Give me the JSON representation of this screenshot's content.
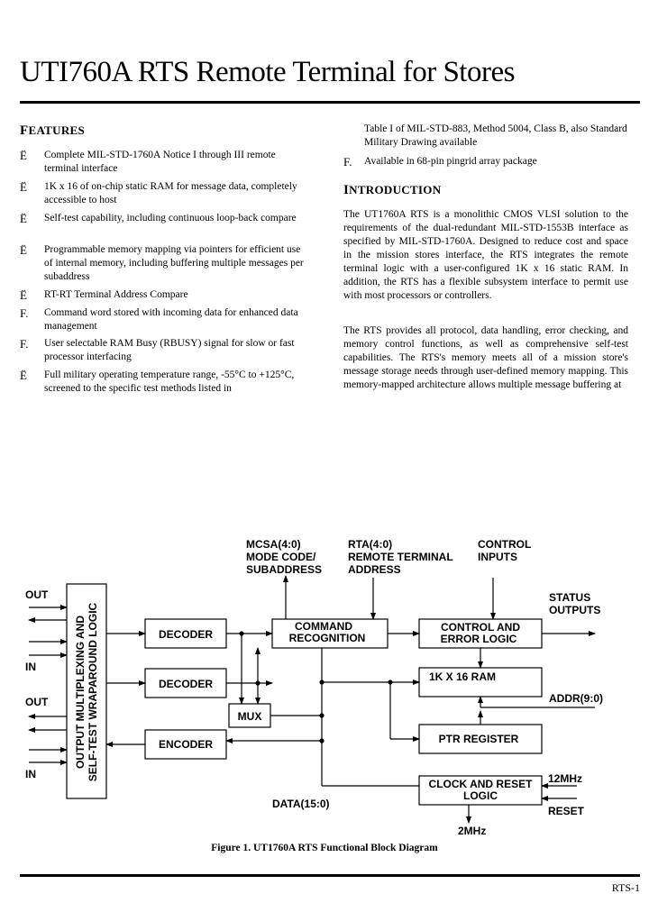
{
  "title": "UTI760A RTS Remote Terminal for Stores",
  "features": {
    "heading_first": "F",
    "heading_rest": "EATURES",
    "items": [
      {
        "glyph": "Ë",
        "text": "Complete MIL-STD-1760A Notice I through III remote terminal interface"
      },
      {
        "glyph": "Ë",
        "text": "1K x 16 of on-chip static RAM for message data, completely accessible to host"
      },
      {
        "glyph": "Ë",
        "text": "Self-test capability, including continuous loop-back compare"
      },
      {
        "glyph": "Ë",
        "text": "Programmable memory mapping via pointers for efficient use of internal memory, including buffering multiple messages per subaddress"
      },
      {
        "glyph": "Ë",
        "text": "RT-RT Terminal Address Compare"
      },
      {
        "glyph": "F.",
        "text": "Command word stored with incoming data for enhanced data management"
      },
      {
        "glyph": "F.",
        "text": "User selectable RAM Busy (RBUSY) signal for slow or fast processor interfacing"
      },
      {
        "glyph": "Ë",
        "text": "Full military operating temperature range, -55°C to +125°C, screened to the specific test methods listed in"
      }
    ]
  },
  "right_column": {
    "continued_text": "Table I of MIL-STD-883, Method 5004, Class B, also Standard Military Drawing available",
    "bullet_glyph": "F.",
    "bullet_text": "Available in 68-pin pingrid array package",
    "intro_heading_first": "I",
    "intro_heading_rest": "NTRODUCTION",
    "intro_p1": "The UT1760A RTS is a monolithic CMOS VLSI solution to the requirements of the dual-redundant MIL-STD-1553B interface as specified by MIL-STD-1760A. Designed to reduce cost and space in the mission stores interface, the RTS integrates the remote terminal logic with a user-configured 1K x 16 static RAM. In addition, the RTS has a flexible subsystem interface to permit use with most processors or controllers.",
    "intro_p2": "The RTS provides all protocol, data handling, error checking, and memory control functions, as well as comprehensive self-test capabilities. The RTS's memory meets all of a mission store's message storage needs through user-defined memory mapping. This memory-mapped architecture allows multiple message buffering at"
  },
  "diagram": {
    "labels": {
      "mcsa": "MCSA(4:0)",
      "mode_code": "MODE CODE/",
      "subaddress": "SUBADDRESS",
      "rta": "RTA(4:0)",
      "remote_terminal": "REMOTE TERMINAL",
      "address": "ADDRESS",
      "control": "CONTROL",
      "inputs": "INPUTS",
      "status": "STATUS",
      "outputs": "OUTPUTS",
      "out1": "OUT",
      "in1": "IN",
      "out2": "OUT",
      "in2": "IN",
      "addr": "ADDR(9:0)",
      "data": "DATA(15:0)",
      "mhz12": "12MHz",
      "reset": "RESET",
      "mhz2": "2MHz"
    },
    "blocks": {
      "mux_logic_1": "OUTPUT MULTIPLEXING AND",
      "mux_logic_2": "SELF-TEST WRAPAROUND LOGIC",
      "decoder1": "DECODER",
      "decoder2": "DECODER",
      "encoder": "ENCODER",
      "command_1": "COMMAND",
      "command_2": "RECOGNITION",
      "mux": "MUX",
      "control_1": "CONTROL AND",
      "control_2": "ERROR LOGIC",
      "ram": "1K X 16 RAM",
      "ptr": "PTR REGISTER",
      "clock_1": "CLOCK AND RESET",
      "clock_2": "LOGIC"
    }
  },
  "caption": "Figure 1. UT1760A RTS Functional Block Diagram",
  "page_number": "RTS-1"
}
